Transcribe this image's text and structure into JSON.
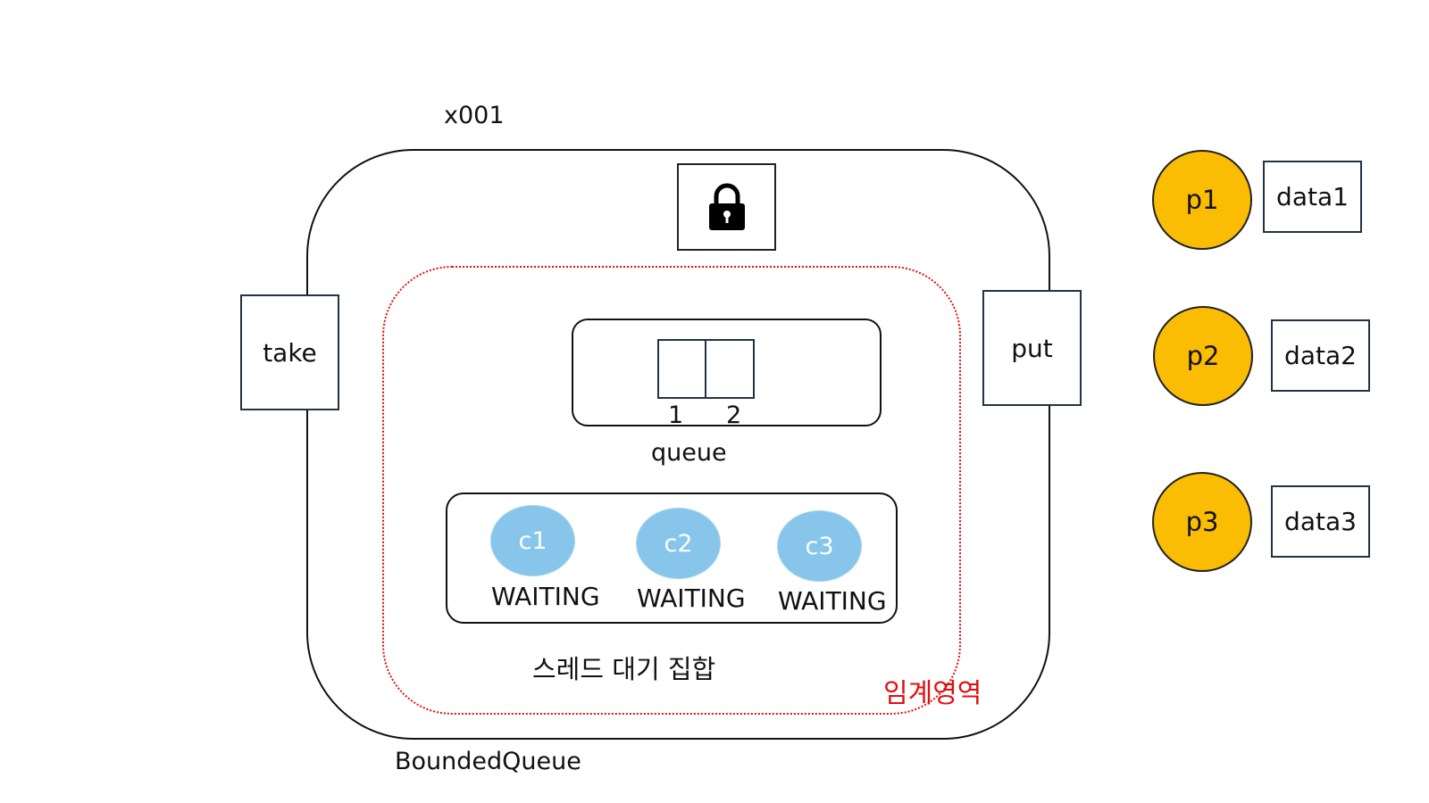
{
  "monitor": {
    "ref_label": "x001",
    "name_label": "BoundedQueue",
    "critical_section_label": "임계영역"
  },
  "lock": {
    "icon": "lock-icon"
  },
  "methods": {
    "take_label": "take",
    "put_label": "put"
  },
  "queue": {
    "label": "queue",
    "slots": [
      "1",
      "2"
    ]
  },
  "wait_set": {
    "label": "스레드 대기 집합",
    "consumers": [
      {
        "name": "c1",
        "state": "WAITING"
      },
      {
        "name": "c2",
        "state": "WAITING"
      },
      {
        "name": "c3",
        "state": "WAITING"
      }
    ]
  },
  "producers": [
    {
      "name": "p1",
      "data": "data1"
    },
    {
      "name": "p2",
      "data": "data2"
    },
    {
      "name": "p3",
      "data": "data3"
    }
  ],
  "colors": {
    "producer_fill": "#fbbc04",
    "consumer_fill": "#87c5ea",
    "critical_border": "#e01010"
  }
}
